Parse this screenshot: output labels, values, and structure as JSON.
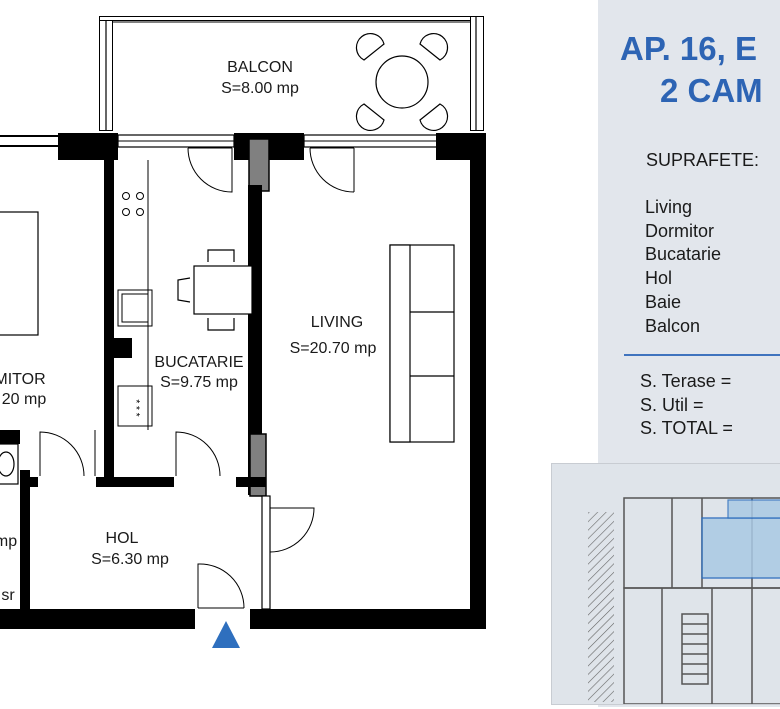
{
  "plan": {
    "rooms": [
      {
        "id": "balcon",
        "name": "BALCON",
        "area": "S=8.00 mp"
      },
      {
        "id": "living",
        "name": "LIVING",
        "area": "S=20.70 mp"
      },
      {
        "id": "bucatarie",
        "name": "BUCATARIE",
        "area": "S=9.75 mp"
      },
      {
        "id": "dormitor",
        "name": "MITOR",
        "area": "20 mp"
      },
      {
        "id": "hol",
        "name": "HOL",
        "area": "S=6.30 mp"
      },
      {
        "id": "baie",
        "name": "mp"
      },
      {
        "id": "ds",
        "name": "sr"
      }
    ],
    "stove_marks": "* * *",
    "entrance_icon": "triangle-up-icon",
    "colors": {
      "walls": "#000000",
      "window_fill": "#808080",
      "entrance": "#2e6fbe"
    }
  },
  "info": {
    "title_line1": "AP. 16, E",
    "title_line2": "2 CAM",
    "surfaces_heading": "SUPRAFETE:",
    "room_list": [
      "Living",
      "Dormitor",
      "Bucatarie",
      "Hol",
      "Baie",
      "Balcon"
    ],
    "totals": [
      "S. Terase =",
      "S. Util =",
      "S. TOTAL ="
    ],
    "colors": {
      "title": "#2d64b4",
      "panel_bg": "#e2e6ec",
      "divider": "#3f73be",
      "highlight": "#a9c9e4"
    }
  }
}
